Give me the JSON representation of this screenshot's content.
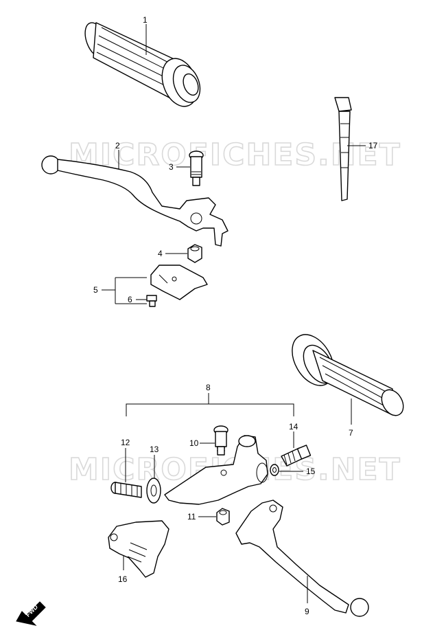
{
  "watermark": "MICROFICHES.NET",
  "fwd_label": "FWD",
  "callouts": {
    "p1": "1",
    "p2": "2",
    "p3": "3",
    "p4": "4",
    "p5": "5",
    "p6": "6",
    "p7": "7",
    "p8": "8",
    "p9": "9",
    "p10": "10",
    "p11": "11",
    "p12": "12",
    "p13": "13",
    "p14": "14",
    "p15": "15",
    "p16": "16",
    "p17": "17"
  }
}
